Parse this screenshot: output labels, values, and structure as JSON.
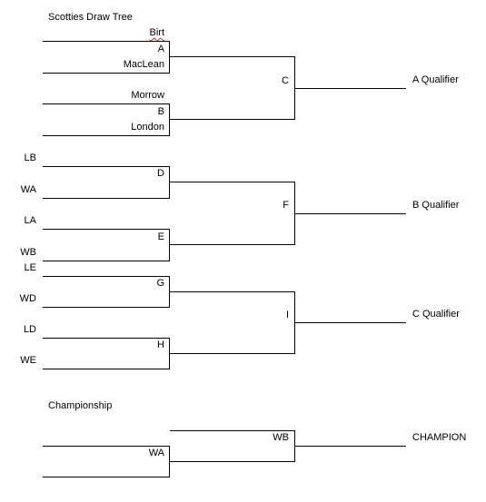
{
  "title": "Scotties Draw Tree",
  "championship_label": "Championship",
  "entries": {
    "birt": "Birt",
    "maclean": "MacLean",
    "morrow": "Morrow",
    "london": "London",
    "lb": "LB",
    "wa": "WA",
    "la": "LA",
    "wb": "WB",
    "le": "LE",
    "wd": "WD",
    "ld": "LD",
    "we": "WE"
  },
  "games": {
    "a": "A",
    "b": "B",
    "c": "C",
    "d": "D",
    "e": "E",
    "f": "F",
    "g": "G",
    "h": "H",
    "i": "I"
  },
  "qualifiers": {
    "a": "A Qualifier",
    "b": "B Qualifier",
    "c": "C Qualifier"
  },
  "final": {
    "top_team": "WB",
    "bottom_team": "WA",
    "result": "CHAMPION"
  }
}
